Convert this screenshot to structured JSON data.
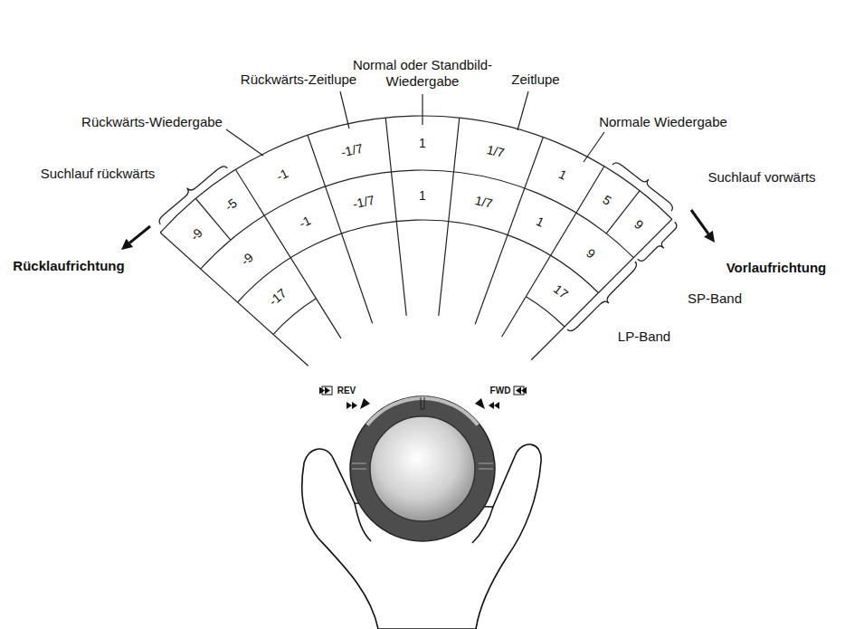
{
  "diagram": {
    "labels": [
      "Normal oder Standbild-Wiedergabe",
      "Rückwärts-Zeitlupe",
      "Zeitlupe",
      "Rückwärts-Wiedergabe",
      "Normale Wiedergabe",
      "Suchlauf rückwärts",
      "Suchlauf vorwärts",
      "Rücklaufrichtung",
      "Vorlaufrichtung",
      "SP-Band",
      "LP-Band",
      "-9",
      "-5",
      "-1",
      "-1/7",
      "1",
      "1/7",
      "1",
      "5",
      "9",
      "-9",
      "-1",
      "-1/7",
      "1",
      "1/7",
      "1",
      "9",
      "-17",
      "17",
      "REV",
      "FWD"
    ]
  }
}
